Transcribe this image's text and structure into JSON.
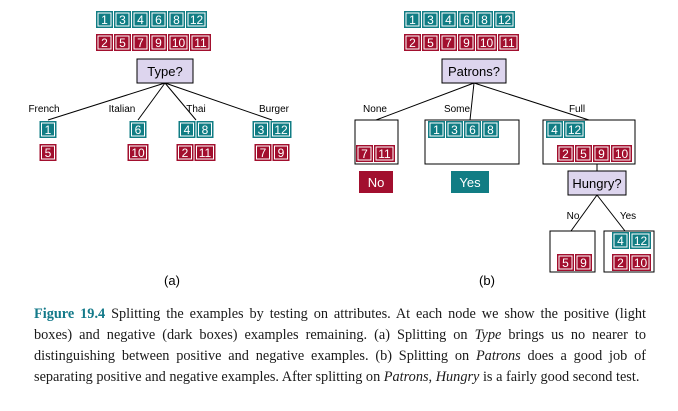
{
  "colors": {
    "positive": "#117d84",
    "negative": "#a20f2e",
    "attribute_fill": "#ddd5ee",
    "caption_label": "#147a8a"
  },
  "panel_a": {
    "top_positive": [
      "1",
      "3",
      "4",
      "6",
      "8",
      "12"
    ],
    "top_negative": [
      "2",
      "5",
      "7",
      "9",
      "10",
      "11"
    ],
    "attribute": "Type?",
    "branches": [
      {
        "label": "French",
        "positive": [
          "1"
        ],
        "negative": [
          "5"
        ]
      },
      {
        "label": "Italian",
        "positive": [
          "6"
        ],
        "negative": [
          "10"
        ]
      },
      {
        "label": "Thai",
        "positive": [
          "4",
          "8"
        ],
        "negative": [
          "2",
          "11"
        ]
      },
      {
        "label": "Burger",
        "positive": [
          "3",
          "12"
        ],
        "negative": [
          "7",
          "9"
        ]
      }
    ],
    "label": "(a)"
  },
  "panel_b": {
    "top_positive": [
      "1",
      "3",
      "4",
      "6",
      "8",
      "12"
    ],
    "top_negative": [
      "2",
      "5",
      "7",
      "9",
      "10",
      "11"
    ],
    "attribute": "Patrons?",
    "branches": [
      {
        "label": "None",
        "positive": [],
        "negative": [
          "7",
          "11"
        ],
        "leaf": "No"
      },
      {
        "label": "Some",
        "positive": [
          "1",
          "3",
          "6",
          "8"
        ],
        "negative": [],
        "leaf": "Yes"
      },
      {
        "label": "Full",
        "positive": [
          "4",
          "12"
        ],
        "negative": [
          "2",
          "5",
          "9",
          "10"
        ]
      }
    ],
    "sub_attribute": "Hungry?",
    "sub_branches": [
      {
        "label": "No",
        "positive": [],
        "negative": [
          "5",
          "9"
        ]
      },
      {
        "label": "Yes",
        "positive": [
          "4",
          "12"
        ],
        "negative": [
          "2",
          "10"
        ]
      }
    ],
    "label": "(b)"
  },
  "caption": {
    "figure_label": "Figure 19.4",
    "text": [
      {
        "t": " Splitting the examples by testing on attributes.  At each node we show the positive (light boxes) and negative (dark boxes) examples remaining. (a) Splitting on "
      },
      {
        "t": "Type",
        "i": true
      },
      {
        "t": " brings us no nearer to distinguishing between positive and negative examples. (b) Splitting on "
      },
      {
        "t": "Patrons",
        "i": true
      },
      {
        "t": " does a good job of separating positive and negative examples. After splitting on "
      },
      {
        "t": "Patrons",
        "i": true
      },
      {
        "t": ", "
      },
      {
        "t": "Hungry",
        "i": true
      },
      {
        "t": " is a fairly good second test."
      }
    ]
  }
}
